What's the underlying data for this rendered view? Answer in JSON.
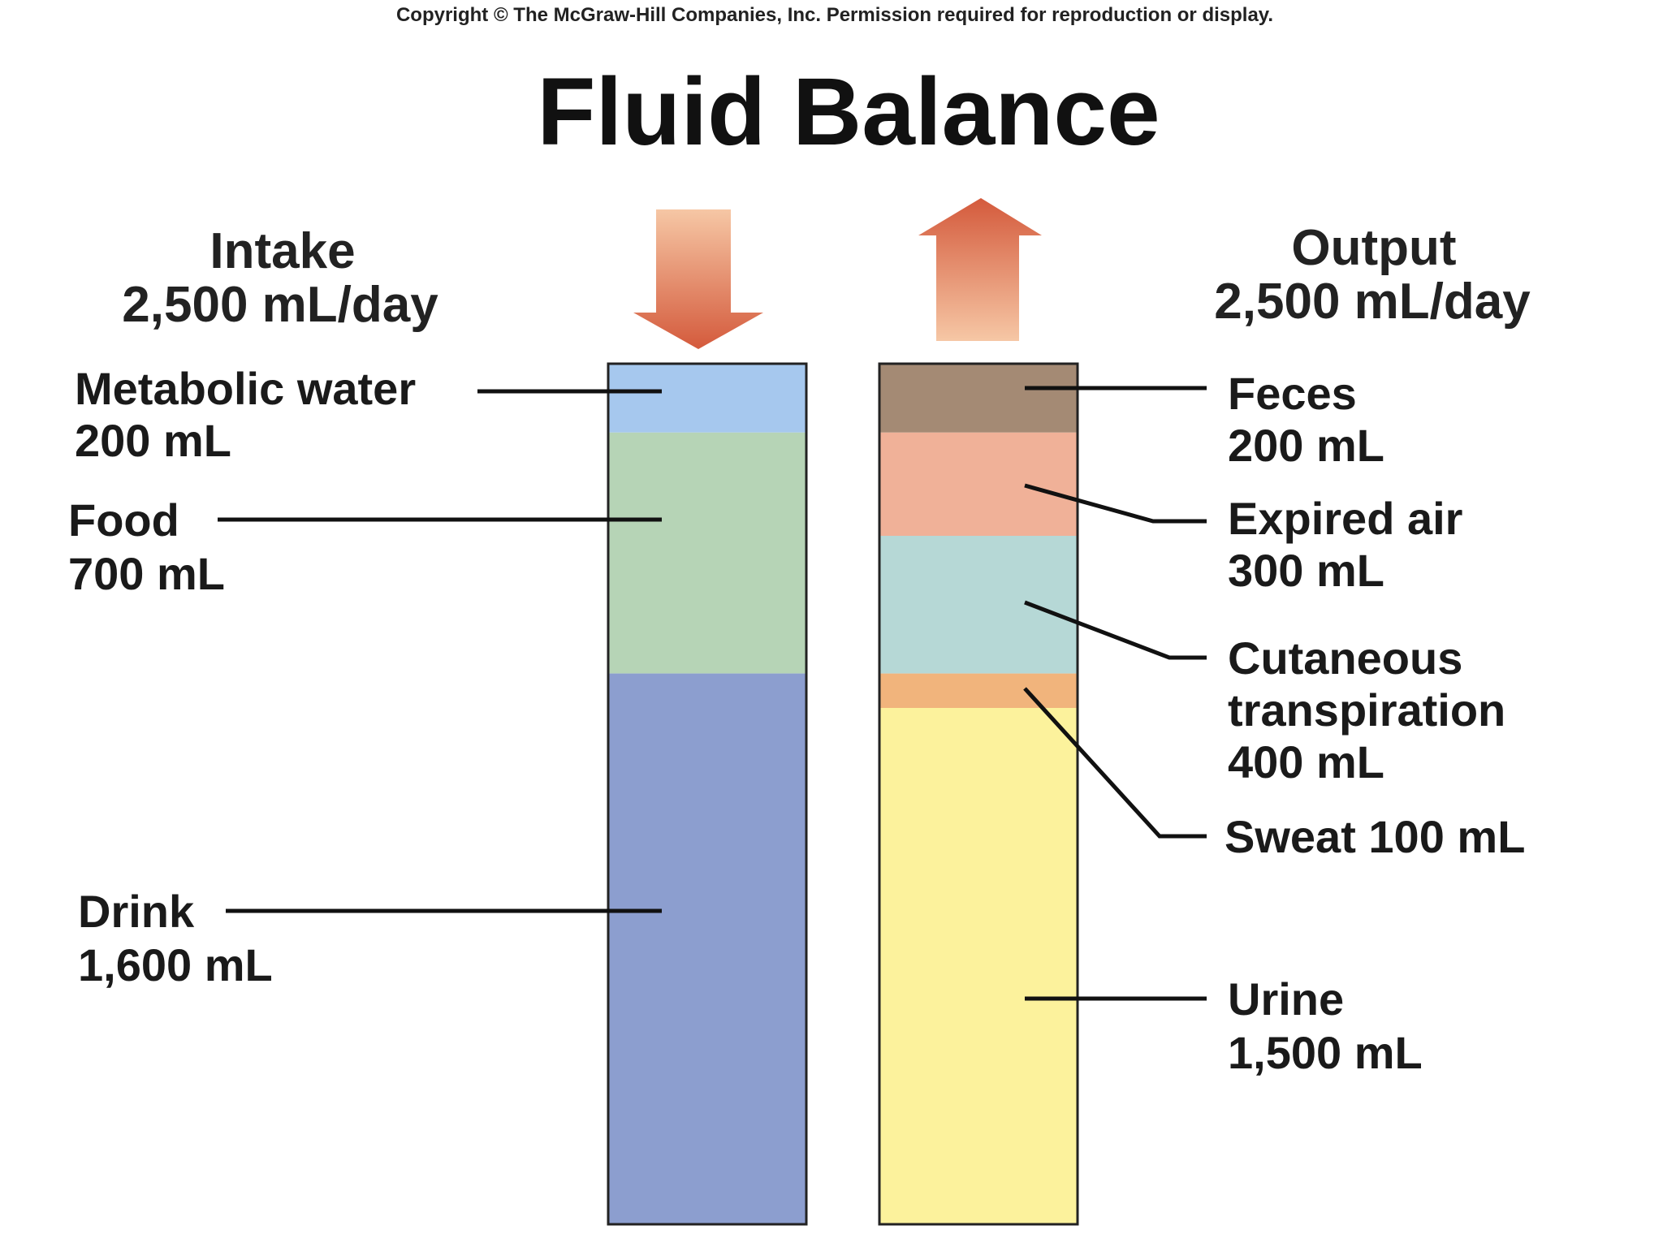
{
  "copyright": "Copyright © The McGraw-Hill Companies, Inc. Permission required for reproduction or display.",
  "title": "Fluid Balance",
  "intake": {
    "heading": "Intake",
    "total": "2,500 mL/day"
  },
  "output": {
    "heading": "Output",
    "total": "2,500 mL/day"
  },
  "chart_data": {
    "type": "bar",
    "stacked": true,
    "title": "Fluid Balance",
    "unit": "mL",
    "categories": [
      "Intake",
      "Output"
    ],
    "totals": [
      2500,
      2500
    ],
    "series": [
      {
        "category": "Intake",
        "segments": [
          {
            "name": "Metabolic water",
            "value": 200,
            "label": "200 mL",
            "color": "#a6c8ee"
          },
          {
            "name": "Food",
            "value": 700,
            "label": "700 mL",
            "color": "#b6d4b6"
          },
          {
            "name": "Drink",
            "value": 1600,
            "label": "1,600 mL",
            "color": "#8c9ecf"
          }
        ]
      },
      {
        "category": "Output",
        "segments": [
          {
            "name": "Feces",
            "value": 200,
            "label": "200 mL",
            "color": "#a48a74"
          },
          {
            "name": "Expired air",
            "value": 300,
            "label": "300 mL",
            "color": "#f0b198"
          },
          {
            "name": "Cutaneous transpiration",
            "value": 400,
            "label": "400 mL",
            "color": "#b6d8d6"
          },
          {
            "name": "Sweat",
            "value": 100,
            "label": "100 mL",
            "color": "#f1b47c"
          },
          {
            "name": "Urine",
            "value": 1500,
            "label": "1,500 mL",
            "color": "#fcf29c"
          }
        ]
      }
    ]
  },
  "colors": {
    "arrow_top": "#f6c7a5",
    "arrow_bottom": "#d45a3c"
  },
  "labels": {
    "metabolic_water": {
      "name": "Metabolic water",
      "amount": "200 mL"
    },
    "food": {
      "name": "Food",
      "amount": "700 mL"
    },
    "drink": {
      "name": "Drink",
      "amount": "1,600 mL"
    },
    "feces": {
      "name": "Feces",
      "amount": "200 mL"
    },
    "expired_air": {
      "name": "Expired air",
      "amount": "300 mL"
    },
    "cutaneous": {
      "line1": "Cutaneous",
      "line2": "transpiration",
      "amount": "400 mL"
    },
    "sweat": {
      "text": "Sweat 100 mL"
    },
    "urine": {
      "name": "Urine",
      "amount": "1,500 mL"
    }
  }
}
